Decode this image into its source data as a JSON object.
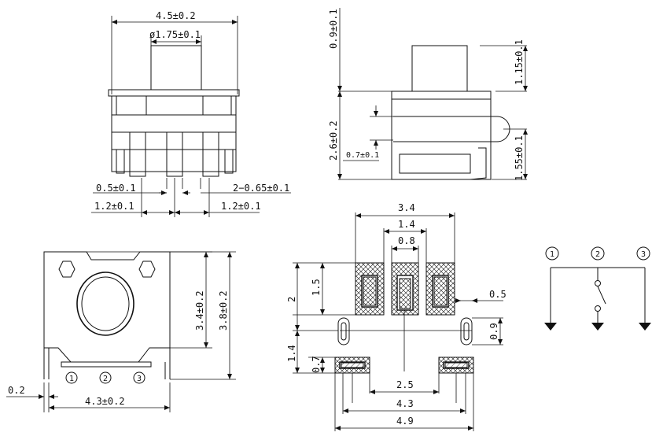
{
  "top_view": {
    "width_label": "4.5±0.2",
    "actuator_label": "ø1.75±0.1",
    "pin_width_label": "0.5±0.1",
    "pin_spacing_label": "2−0.65±0.1",
    "left_pitch_label": "1.2±0.1",
    "right_pitch_label": "1.2±0.1"
  },
  "side_view": {
    "top_label": "0.9±0.1",
    "actuator_height_label": "1.15±0.1",
    "body_height_label": "2.6±0.2",
    "small_label": "0.7±0.1",
    "lower_label": "1.55±0.1"
  },
  "front_view": {
    "inner_height_label": "3.4±0.2",
    "outer_height_label": "3.8±0.2",
    "left_offset_label": "0.2",
    "width_label": "4.3±0.2",
    "pin_markers": [
      "1",
      "2",
      "3"
    ]
  },
  "pad_layout": {
    "overall_top_label": "3.4",
    "mid_label": "1.4",
    "inner_label": "0.8",
    "height_outer_label": "2",
    "height_inner_label": "1.5",
    "right_width_label": "0.5",
    "right_height_label": "0.9",
    "lower_left_label": "1.4",
    "lower_left_small_label": "0.7",
    "pitch_label": "2.5",
    "span_label": "4.3",
    "total_label": "4.9"
  },
  "schematic": {
    "terminals": [
      "1",
      "2",
      "3"
    ]
  }
}
